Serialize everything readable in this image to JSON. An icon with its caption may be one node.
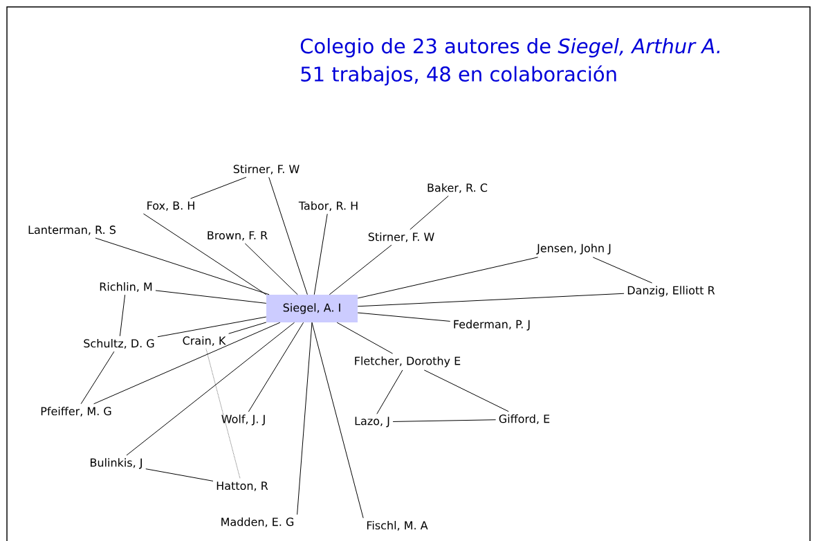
{
  "diagram": {
    "title": "Colegio de 23 autores de *Siegel, Arthur A.*",
    "nodes": [
      {
        "text": [
          "Siegel, A. I"
        ]
      },
      {
        "text": [
          "Stirner, F. W"
        ]
      },
      {
        "text": [
          "Fox, B. H"
        ]
      },
      {
        "text": [
          "Tabor, R. H"
        ]
      },
      {
        "text": [
          "Baker, R. C"
        ]
      },
      {
        "text": [
          "Lanterman, R. S"
        ]
      },
      {
        "text": [
          "Brown, F. R"
        ]
      },
      {
        "text": [
          "Stirner, F. W"
        ]
      },
      {
        "text": [
          "Jensen, John J"
        ]
      },
      {
        "text": [
          "Richlin, M"
        ]
      },
      {
        "text": [
          "Danzig, Elliott R"
        ]
      },
      {
        "text": [
          "Schultz, D. G"
        ]
      },
      {
        "text": [
          "Crain, K"
        ]
      },
      {
        "text": [
          "Federman, P. J"
        ]
      },
      {
        "text": [
          "Fletcher, Dorothy E"
        ]
      },
      {
        "text": [
          "Pfeiffer, M. G"
        ]
      },
      {
        "text": [
          "Wolf, J. J"
        ]
      },
      {
        "text": [
          "Lazo, J"
        ]
      },
      {
        "text": [
          "Gifford, E"
        ]
      },
      {
        "text": [
          "Bulinkis, J"
        ]
      },
      {
        "text": [
          "Hatton, R"
        ]
      },
      {
        "text": [
          "Madden, E. G"
        ]
      },
      {
        "text": [
          "Fischl, M. A"
        ]
      }
    ],
    "edges": [
      {
        "from": 0,
        "to": 1,
        "arrow": "none"
      },
      {
        "from": 0,
        "to": 2,
        "arrow": "none"
      },
      {
        "from": 0,
        "to": 3,
        "arrow": "none"
      },
      {
        "from": 0,
        "to": 5,
        "arrow": "none"
      },
      {
        "from": 0,
        "to": 6,
        "arrow": "none"
      },
      {
        "from": 0,
        "to": 7,
        "arrow": "none"
      },
      {
        "from": 0,
        "to": 8,
        "arrow": "none"
      },
      {
        "from": 0,
        "to": 9,
        "arrow": "none"
      },
      {
        "from": 0,
        "to": 10,
        "arrow": "none"
      },
      {
        "from": 0,
        "to": 11,
        "arrow": "none"
      },
      {
        "from": 0,
        "to": 12,
        "arrow": "none"
      },
      {
        "from": 0,
        "to": 13,
        "arrow": "none"
      },
      {
        "from": 0,
        "to": 14,
        "arrow": "none"
      },
      {
        "from": 0,
        "to": 15,
        "arrow": "none"
      },
      {
        "from": 0,
        "to": 16,
        "arrow": "none"
      },
      {
        "from": 0,
        "to": 19,
        "arrow": "none"
      },
      {
        "from": 0,
        "to": 21,
        "arrow": "none"
      },
      {
        "from": 0,
        "to": 22,
        "arrow": "none"
      },
      {
        "from": 1,
        "to": 2,
        "arrow": "none"
      },
      {
        "from": 4,
        "to": 7,
        "arrow": "none"
      },
      {
        "from": 8,
        "to": 10,
        "arrow": "none"
      },
      {
        "from": 9,
        "to": 11,
        "arrow": "none"
      },
      {
        "from": 11,
        "to": 15,
        "arrow": "none"
      },
      {
        "from": 14,
        "to": 17,
        "arrow": "none"
      },
      {
        "from": 14,
        "to": 18,
        "arrow": "none"
      },
      {
        "from": 17,
        "to": 18,
        "arrow": "none"
      },
      {
        "from": 19,
        "to": 20,
        "arrow": "none"
      },
      {
        "from": 12,
        "to": 20,
        "arrow": "none",
        "style": "dashed"
      }
    ],
    "labels": [
      "51 trabajos, 48 en colaboración"
    ]
  }
}
